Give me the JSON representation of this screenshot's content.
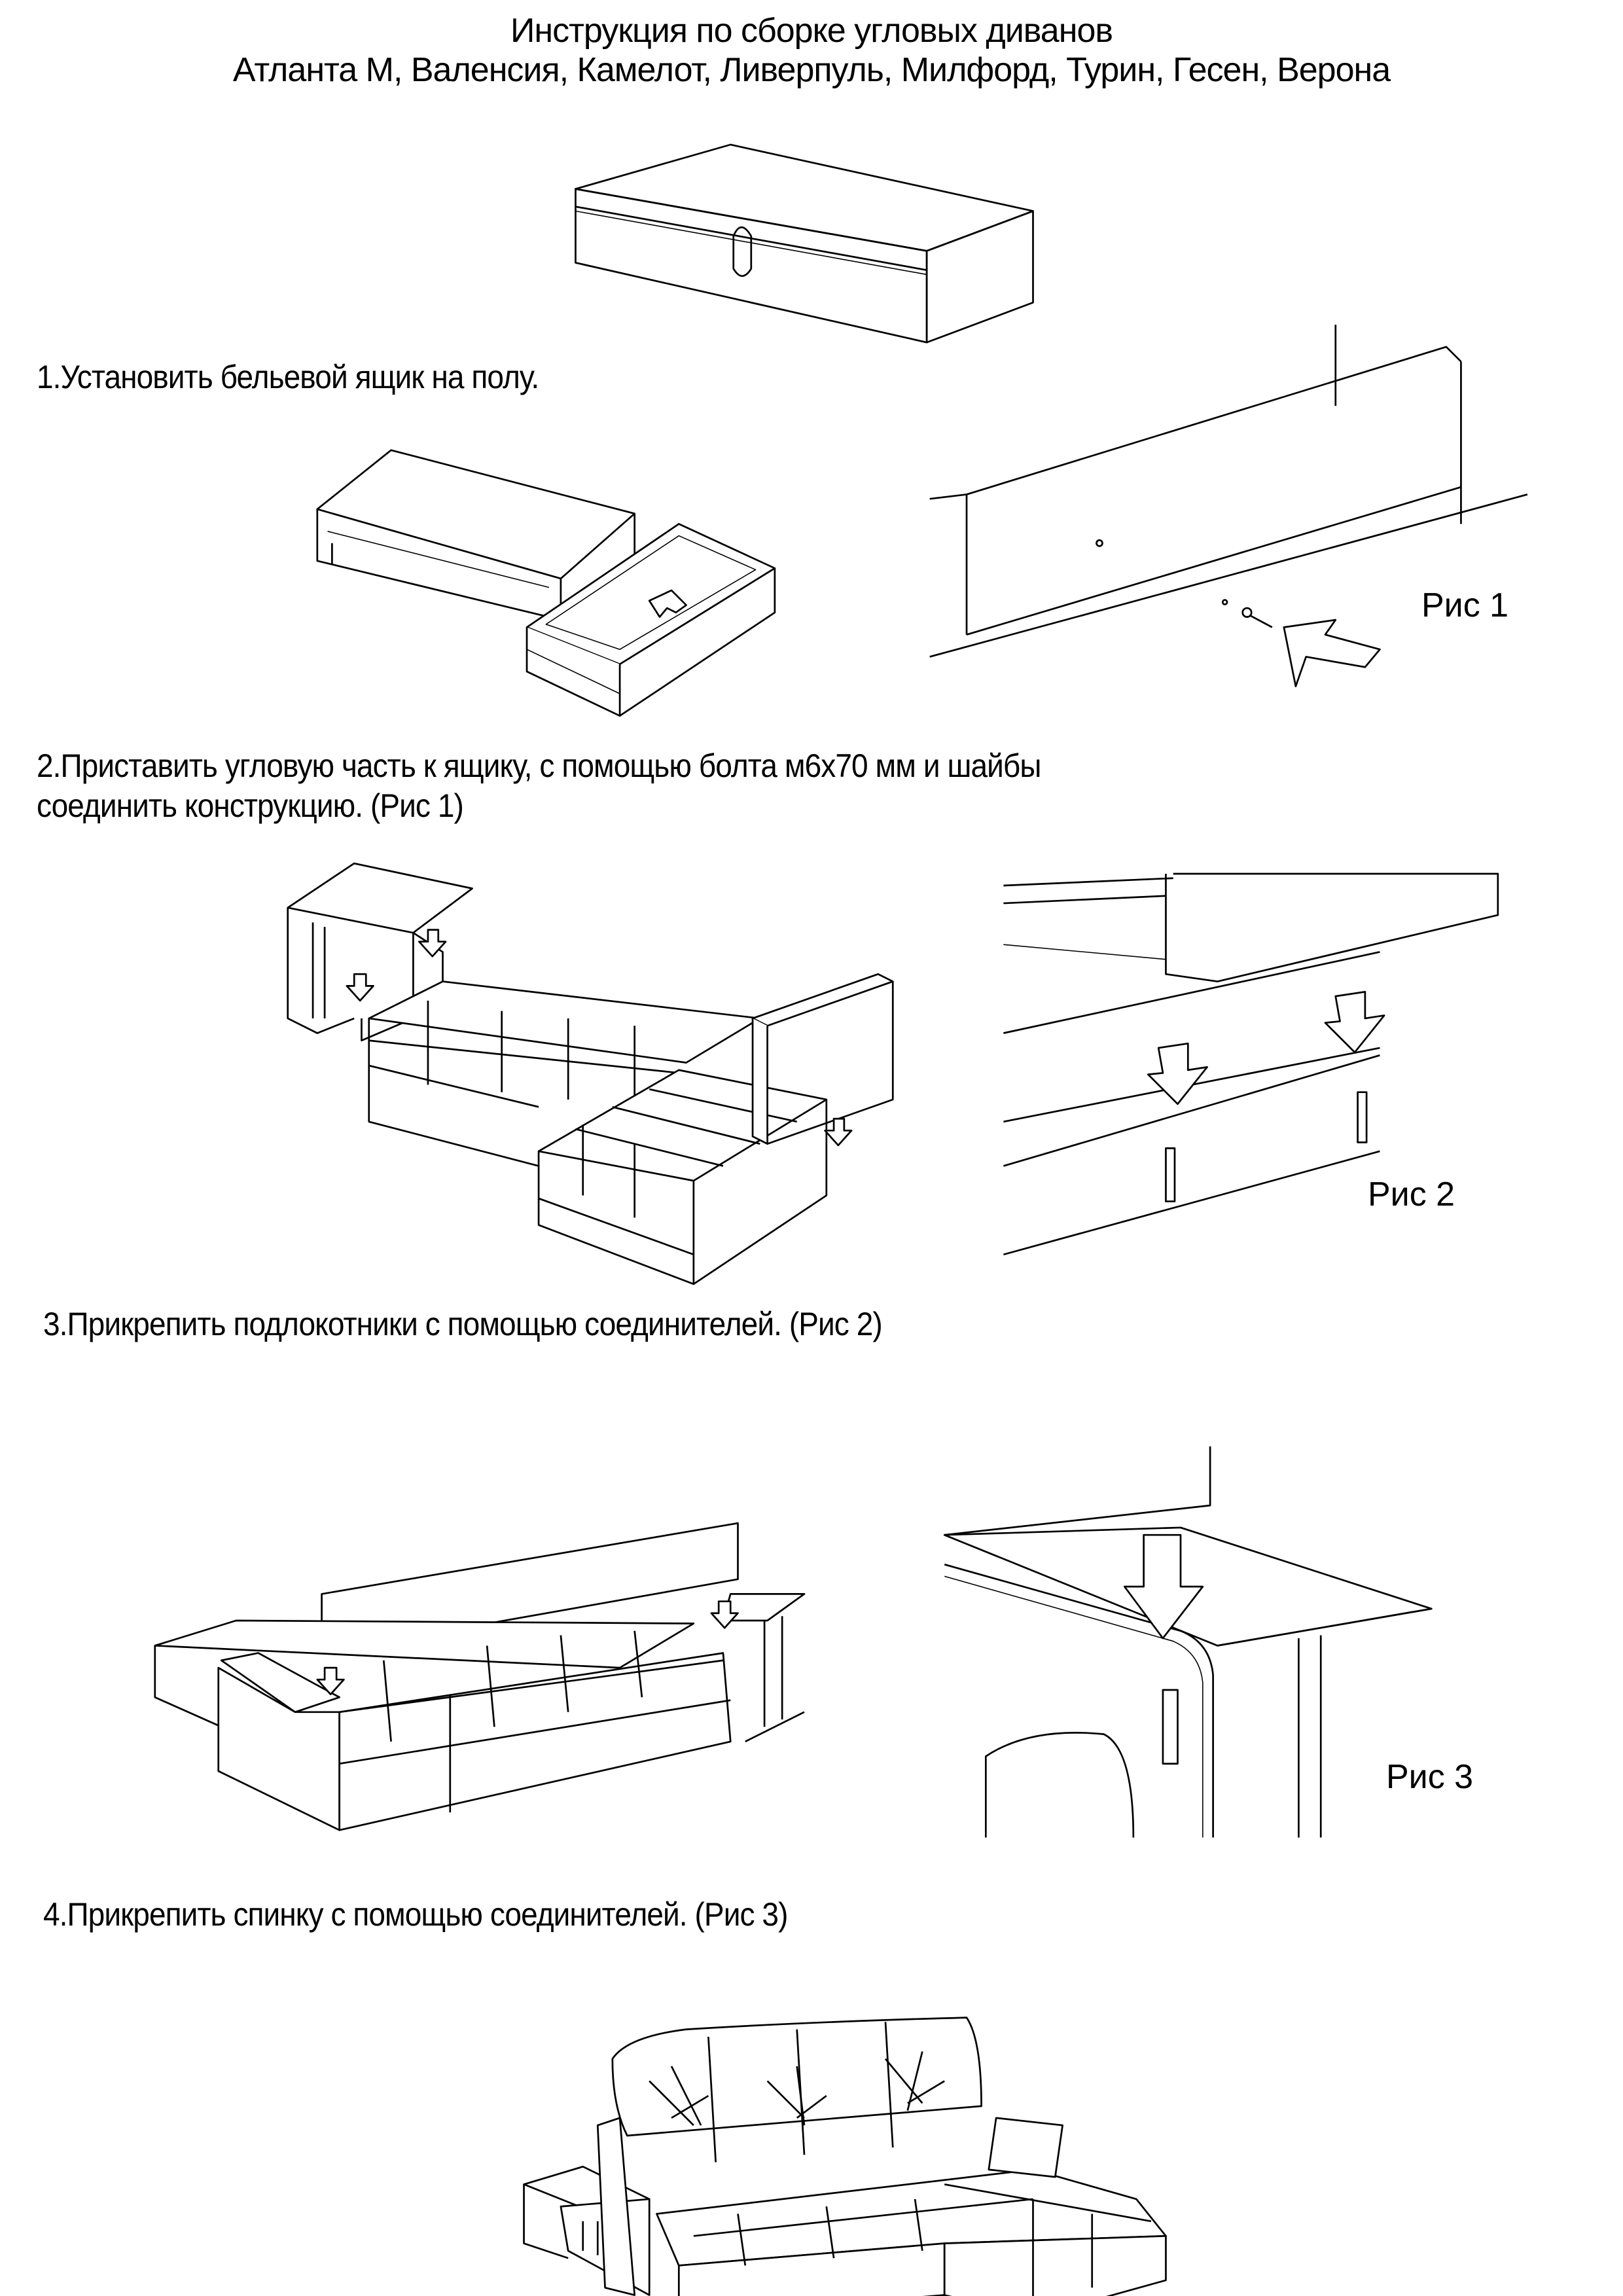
{
  "title": {
    "line1": "Инструкция по сборке угловых диванов",
    "line2": "Атланта М, Валенсия, Камелот, Ливерпуль, Милфорд, Турин, Гесен, Верона"
  },
  "steps": [
    {
      "text": "1.Установить бельевой ящик на полу."
    },
    {
      "line1": "2.Приставить угловую часть к ящику, с помощью болта м6х70 мм и шайбы",
      "line2": "соединить конструкцию. (Рис 1)"
    },
    {
      "text": "3.Прикрепить подлокотники с помощью соединителей. (Рис 2)"
    },
    {
      "text": "4.Прикрепить спинку с помощью соединителей. (Рис 3)"
    }
  ],
  "figures": [
    "Рис 1",
    "Рис 2",
    "Рис 3"
  ]
}
